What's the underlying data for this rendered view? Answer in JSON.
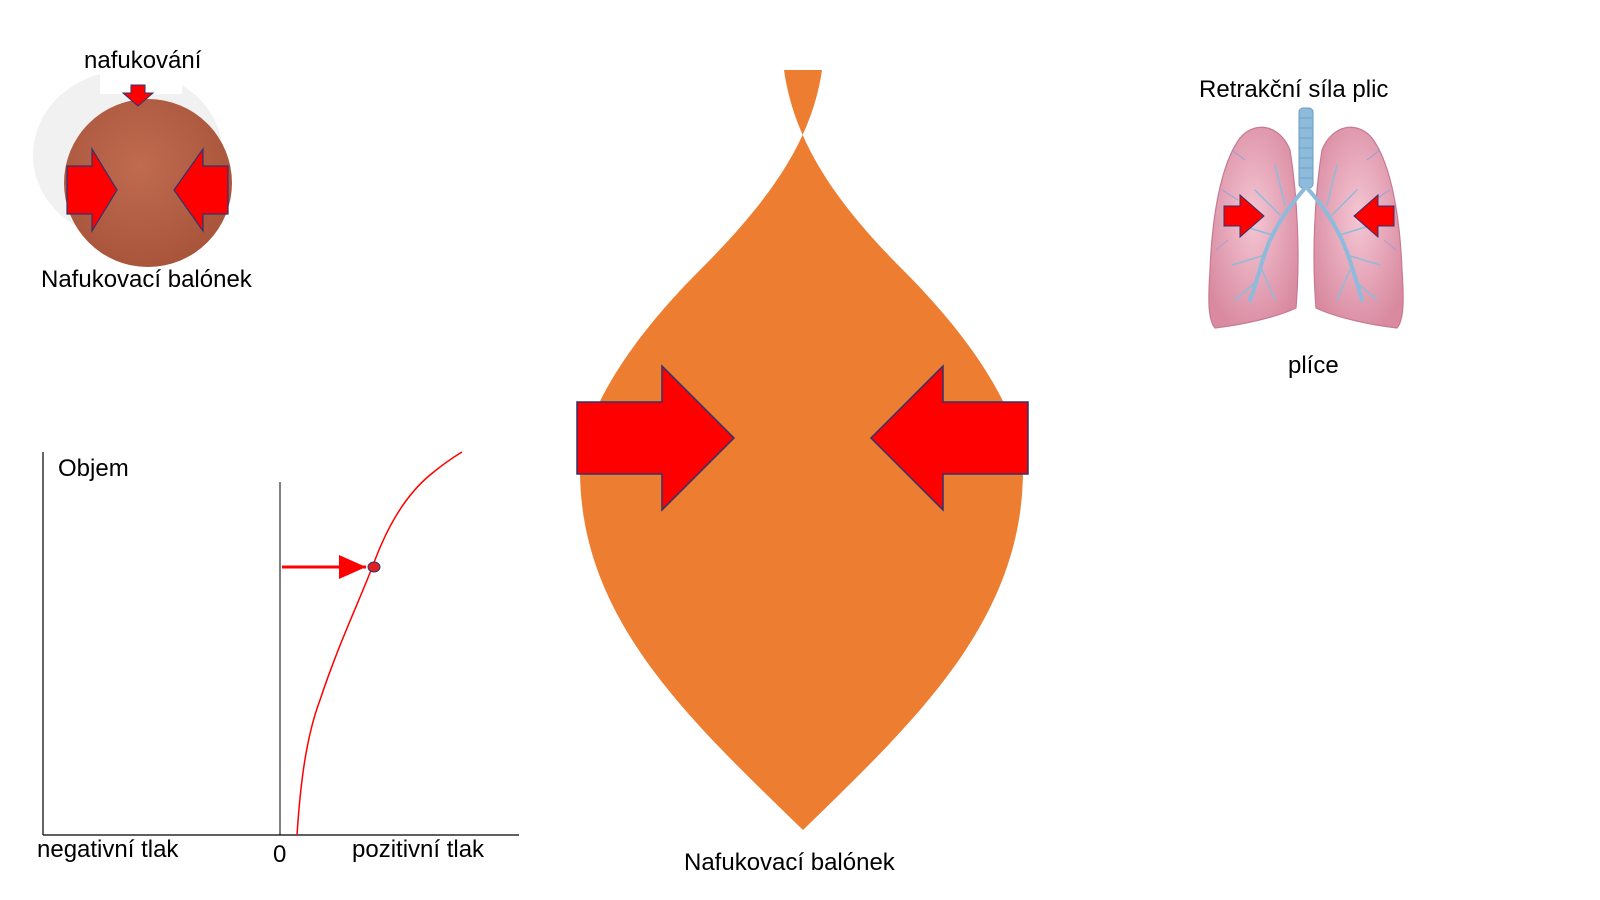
{
  "small_balloon": {
    "top_label": "nafukování",
    "bottom_label": "Nafukovací balónek"
  },
  "lungs": {
    "title": "Retrakční síla plic",
    "caption": "plíce"
  },
  "big_balloon": {
    "caption": "Nafukovací balónek"
  },
  "graph": {
    "y_label": "Objem",
    "x_negative_label": "negativní tlak",
    "x_zero_label": "0",
    "x_positive_label": "pozitivní tlak"
  },
  "colors": {
    "balloon_small": "#b8644a",
    "balloon_big": "#ed7d31",
    "arrow": "#ff0000",
    "arrow_outline": "#2e3470",
    "curve": "#ff0000",
    "lung": "#e9a4b8",
    "airway": "#8ebbdb"
  }
}
